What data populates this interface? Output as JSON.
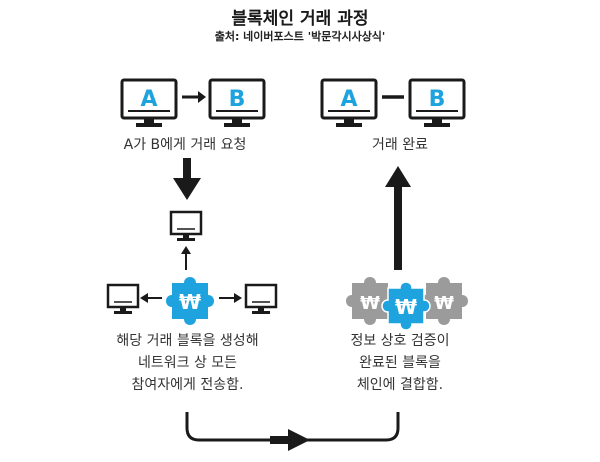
{
  "header": {
    "title": "블록체인 거래 과정",
    "source": "출처: 네이버포스트 '박문각시사상식'"
  },
  "nodes": {
    "node_a": "A",
    "node_b": "B"
  },
  "captions": {
    "request": "A가 B에게 거래 요청",
    "complete": "거래 완료",
    "broadcast": "해당 거래 블록을 생성해\n네트워크 상 모든\n참여자에게 전송함.",
    "verify": "정보 상호 검증이\n완료된 블록을\n체인에 결합함."
  },
  "symbols": {
    "currency": "₩"
  },
  "colors": {
    "accent": "#1fa3df",
    "dark": "#1a1a1a",
    "gray_puzzle": "#9b9b9b"
  }
}
